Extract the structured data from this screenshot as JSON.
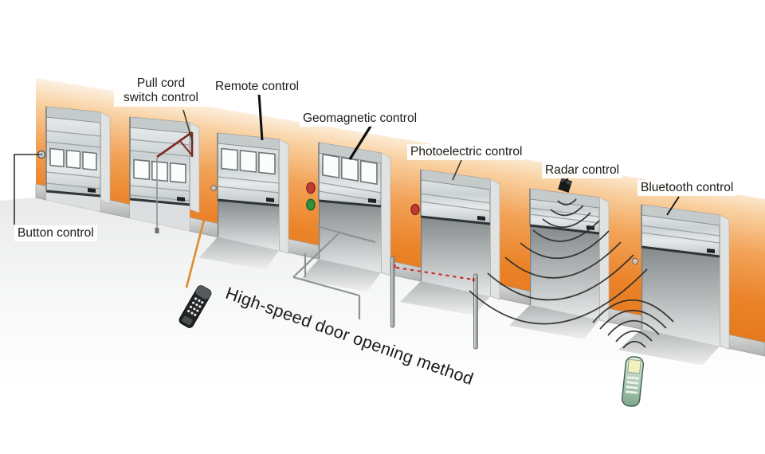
{
  "caption": "High-speed door opening method",
  "labels": {
    "button": "Button control",
    "pull_cord_line1": "Pull cord",
    "pull_cord_line2": "switch control",
    "remote": "Remote control",
    "geomagnetic": "Geomagnetic control",
    "photoelectric": "Photoelectric control",
    "radar": "Radar control",
    "bluetooth": "Bluetooth control"
  },
  "icons": {
    "button": "wall-push-button",
    "pull_cord": "pull-cord-switch-bracket",
    "remote": "handheld-remote-with-beam",
    "geomagnetic": "ground-induction-loop",
    "photoelectric": "photo-beam-posts-with-dotted-ray",
    "radar": "radar-sensor-with-wave-arcs",
    "bluetooth": "mobile-phone-with-wave-arcs",
    "traffic_lights": "red-green-indicator-lights"
  },
  "colors": {
    "ink": "#1c1c1c",
    "wall_orange": "#ea8026",
    "door_gray": "#ccd2d4",
    "light_red": "#c23b33",
    "light_green": "#2f9040",
    "beam_orange": "#e08a30",
    "dotted_ray_red": "#c8322c"
  }
}
